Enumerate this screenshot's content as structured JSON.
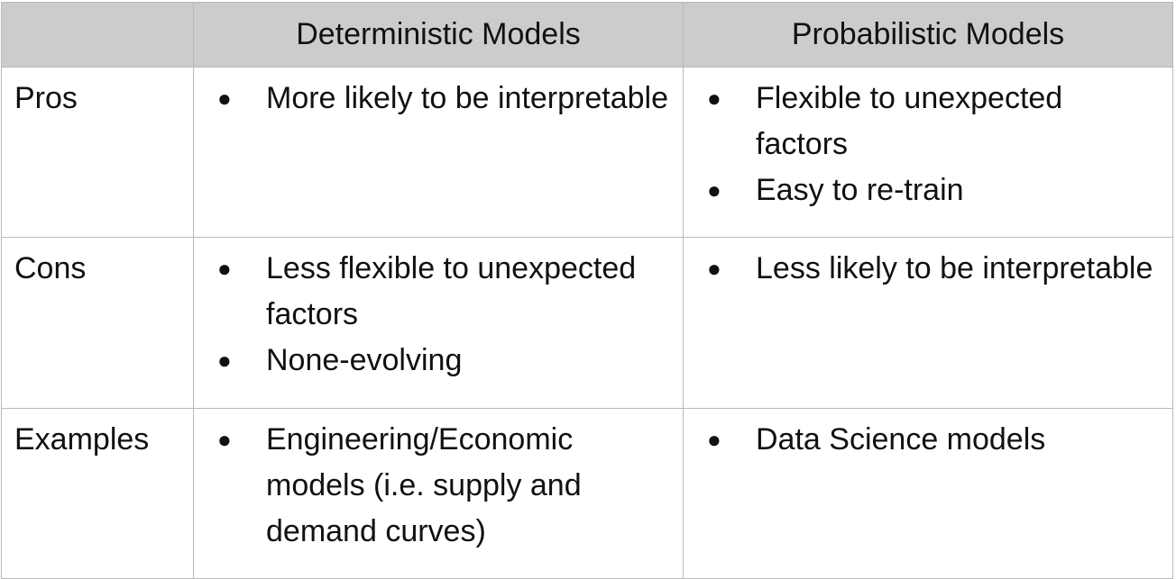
{
  "table": {
    "headers": [
      "",
      "Deterministic Models",
      "Probabilistic Models"
    ],
    "rows": [
      {
        "label": "Pros",
        "deterministic": [
          "More likely to be interpretable"
        ],
        "probabilistic": [
          "Flexible to unexpected factors",
          "Easy to re-train"
        ]
      },
      {
        "label": "Cons",
        "deterministic": [
          "Less flexible to unexpected factors",
          "None-evolving"
        ],
        "probabilistic": [
          "Less likely to be interpretable"
        ]
      },
      {
        "label": "Examples",
        "deterministic": [
          "Engineering/Economic models (i.e. supply and demand curves)"
        ],
        "probabilistic": [
          "Data Science models"
        ]
      }
    ],
    "bullet_glyph": "●"
  }
}
